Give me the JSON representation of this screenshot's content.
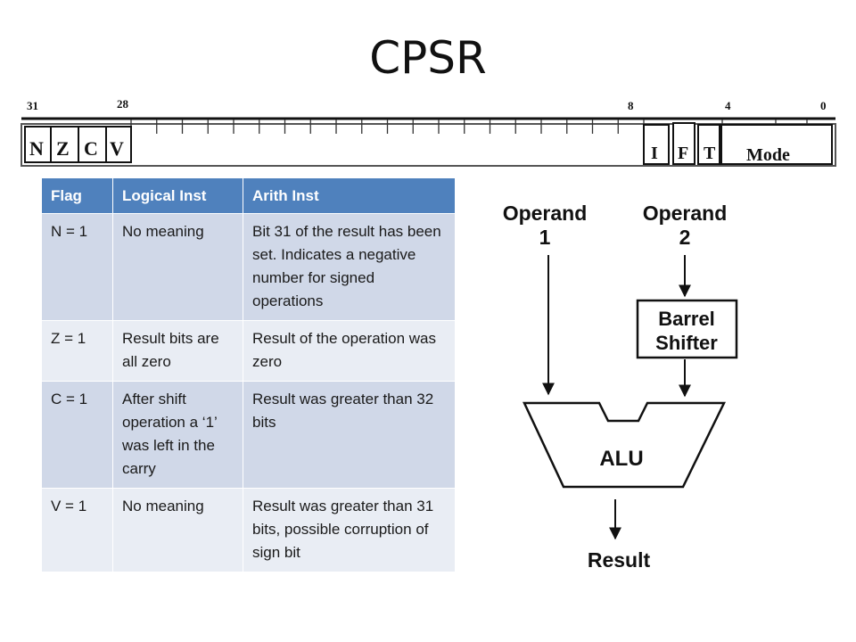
{
  "slide": {
    "title": "CPSR"
  },
  "register": {
    "bit_labels": {
      "b31": "31",
      "b28": "28",
      "b8": "8",
      "b4": "4",
      "b0": "0"
    },
    "flags": {
      "n": "N",
      "z": "Z",
      "c": "C",
      "v": "V"
    },
    "control": {
      "i": "I",
      "f": "F",
      "t": "T",
      "mode": "Mode"
    }
  },
  "table": {
    "headers": {
      "flag": "Flag",
      "logical": "Logical Inst",
      "arith": "Arith Inst"
    },
    "rows": [
      {
        "flag": "N = 1",
        "logical": "No meaning",
        "arith": "Bit 31 of the result has been set.  Indicates a negative number for signed operations"
      },
      {
        "flag": "Z = 1",
        "logical": "Result bits are all zero",
        "arith": "Result of the operation was zero"
      },
      {
        "flag": "C = 1",
        "logical": "After shift operation a ‘1’ was left in the carry",
        "arith": "Result was greater than 32 bits"
      },
      {
        "flag": "V = 1",
        "logical": "No meaning",
        "arith": "Result was greater than 31 bits, possible corruption of sign bit"
      }
    ]
  },
  "diagram": {
    "operand1": {
      "line1": "Operand",
      "line2": "1"
    },
    "operand2": {
      "line1": "Operand",
      "line2": "2"
    },
    "shifter": {
      "line1": "Barrel",
      "line2": "Shifter"
    },
    "alu": "ALU",
    "result": "Result"
  }
}
